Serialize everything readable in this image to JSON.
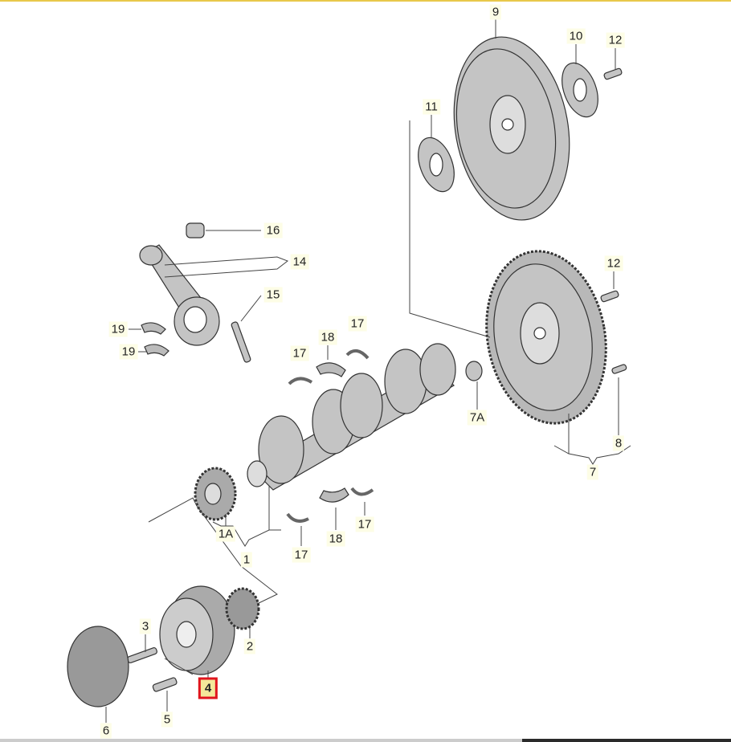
{
  "diagram": {
    "highlight_color": "#e0141e",
    "labels": [
      {
        "id": "9",
        "text": "9"
      },
      {
        "id": "10",
        "text": "10"
      },
      {
        "id": "12a",
        "text": "12"
      },
      {
        "id": "11",
        "text": "11"
      },
      {
        "id": "16",
        "text": "16"
      },
      {
        "id": "14",
        "text": "14"
      },
      {
        "id": "15",
        "text": "15"
      },
      {
        "id": "19a",
        "text": "19"
      },
      {
        "id": "19b",
        "text": "19"
      },
      {
        "id": "18a",
        "text": "18"
      },
      {
        "id": "17a",
        "text": "17"
      },
      {
        "id": "17b",
        "text": "17"
      },
      {
        "id": "7A",
        "text": "7A"
      },
      {
        "id": "12b",
        "text": "12"
      },
      {
        "id": "8",
        "text": "8"
      },
      {
        "id": "7",
        "text": "7"
      },
      {
        "id": "1A",
        "text": "1A"
      },
      {
        "id": "1",
        "text": "1"
      },
      {
        "id": "17c",
        "text": "17"
      },
      {
        "id": "18b",
        "text": "18"
      },
      {
        "id": "17d",
        "text": "17"
      },
      {
        "id": "3",
        "text": "3"
      },
      {
        "id": "2",
        "text": "2"
      },
      {
        "id": "4",
        "text": "4",
        "highlighted": true
      },
      {
        "id": "5",
        "text": "5"
      },
      {
        "id": "6",
        "text": "6"
      }
    ]
  }
}
